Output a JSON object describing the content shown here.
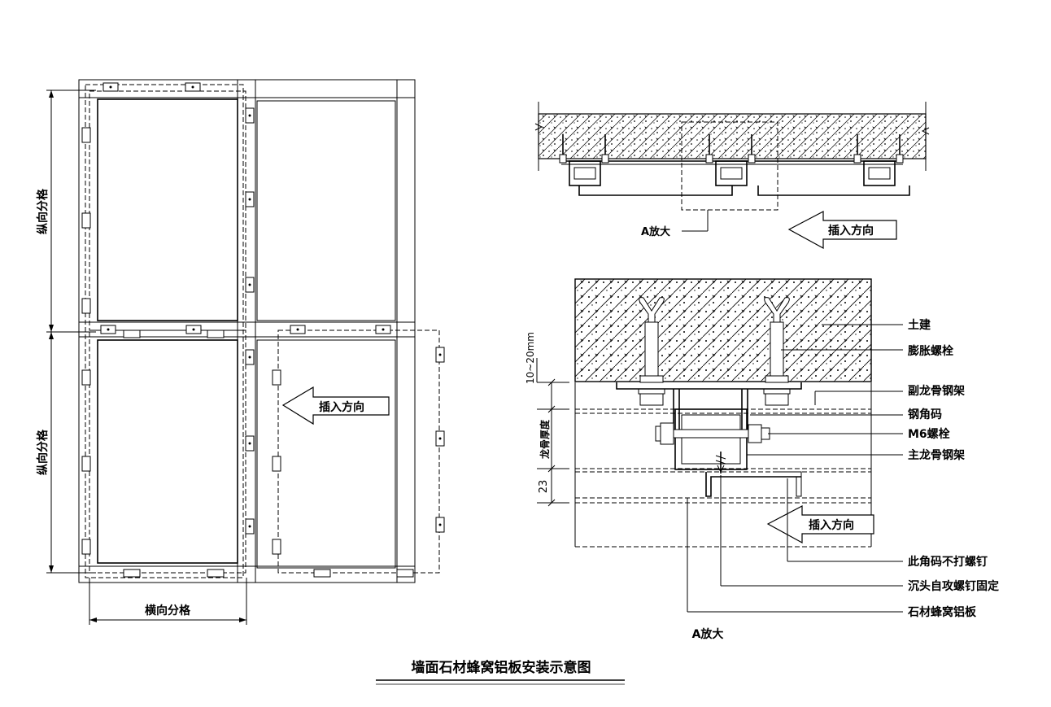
{
  "title": "墙面石材蜂窝铝板安装示意图",
  "elevation": {
    "vertical_label_top": "纵向分格",
    "vertical_label_bottom": "纵向分格",
    "horizontal_label": "横向分格",
    "insert_direction": "插入方向"
  },
  "plan_section": {
    "detail_ref": "A放大",
    "insert_direction": "插入方向"
  },
  "detail": {
    "labels": {
      "civil": "土建",
      "expansion_bolt": "膨胀螺栓",
      "secondary_keel": "副龙骨钢架",
      "steel_angle": "钢角码",
      "m6_bolt": "M6螺栓",
      "main_keel": "主龙骨钢架",
      "no_screw": "此角码不打螺钉",
      "countersunk_screw": "沉头自攻螺钉固定",
      "panel": "石材蜂窝铝板"
    },
    "dim_gap": "10~20mm",
    "dim_keel": "龙骨厚度",
    "dim_23": "23",
    "insert_direction": "插入方向",
    "caption": "A放大"
  }
}
